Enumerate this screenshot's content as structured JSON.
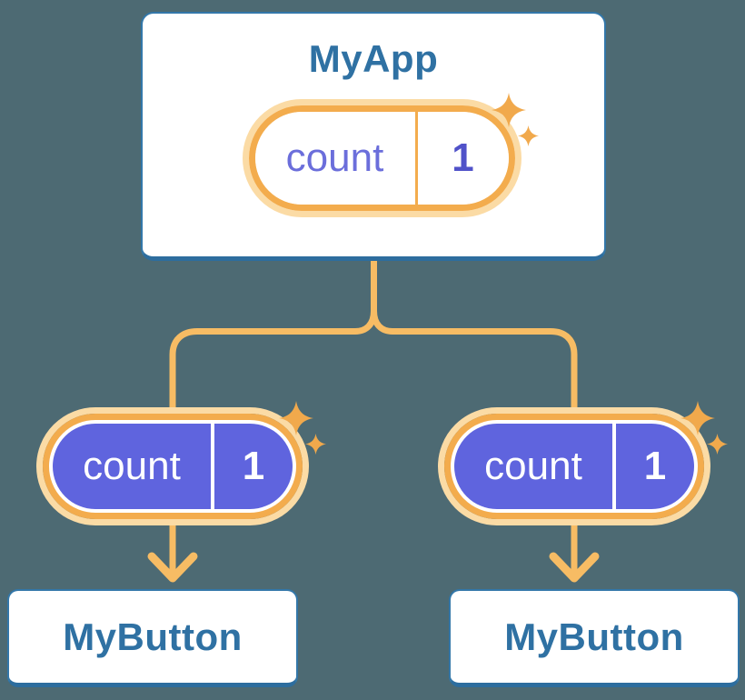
{
  "palette": {
    "bg": "#4d6a73",
    "card-bg": "#ffffff",
    "card-border": "#3377a9",
    "card-border-bottom": "#2d6d9e",
    "heading-text": "#2f71a3",
    "line": "#f7bc64",
    "pill-ring": "#f3ac4d",
    "pill-halo": "#fbdba5",
    "pill-fill": "#5f64de",
    "state-name-light": "#6b6edb",
    "state-value-light": "#5052c9",
    "pill-text-on-dark": "#ffffff",
    "sparkle": "#f1a94c"
  },
  "icons": {
    "sparkle_large": "four-point-star",
    "sparkle_small": "four-point-star"
  },
  "tree": {
    "root": {
      "title": "MyApp",
      "state": {
        "name": "count",
        "value": "1"
      }
    },
    "children": [
      {
        "title": "MyButton",
        "state": {
          "name": "count",
          "value": "1"
        }
      },
      {
        "title": "MyButton",
        "state": {
          "name": "count",
          "value": "1"
        }
      }
    ]
  }
}
